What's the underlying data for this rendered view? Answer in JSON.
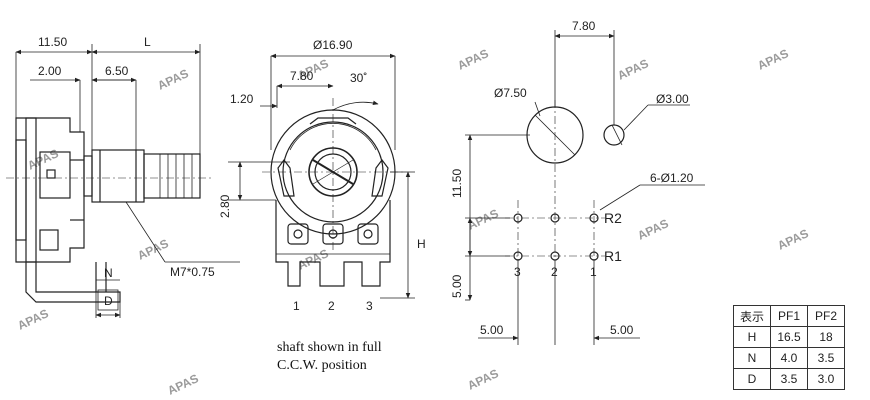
{
  "watermark": "APAS",
  "side_view": {
    "dim_11_50": "11.50",
    "dim_L": "L",
    "dim_2_00": "2.00",
    "dim_6_50": "6.50",
    "dim_1_20": "1.20",
    "dim_2_80": "2.80",
    "dim_N": "N",
    "dim_D": "D",
    "thread": "M7*0.75"
  },
  "front_view": {
    "dim_16_90": "Ø16.90",
    "dim_7_80": "7.80",
    "dim_30": "30˚",
    "dim_H": "H",
    "pin_labels": [
      "1",
      "2",
      "3"
    ],
    "note_line1": "shaft shown in full",
    "note_line2": "C.C.W. position"
  },
  "pcb_view": {
    "dim_7_80": "7.80",
    "dim_7_50": "Ø7.50",
    "dim_3_00": "Ø3.00",
    "dim_11_50": "11.50",
    "dim_6_1_20": "6-Ø1.20",
    "row_r2": "R2",
    "row_r1": "R1",
    "pin_labels": [
      "3",
      "2",
      "1"
    ],
    "dim_5_00_v": "5.00",
    "dim_5_00_left": "5.00",
    "dim_5_00_right": "5.00"
  },
  "spec_table": {
    "headers": [
      "表示",
      "PF1",
      "PF2"
    ],
    "rows": [
      [
        "H",
        "16.5",
        "18"
      ],
      [
        "N",
        "4.0",
        "3.5"
      ],
      [
        "D",
        "3.5",
        "3.0"
      ]
    ]
  }
}
